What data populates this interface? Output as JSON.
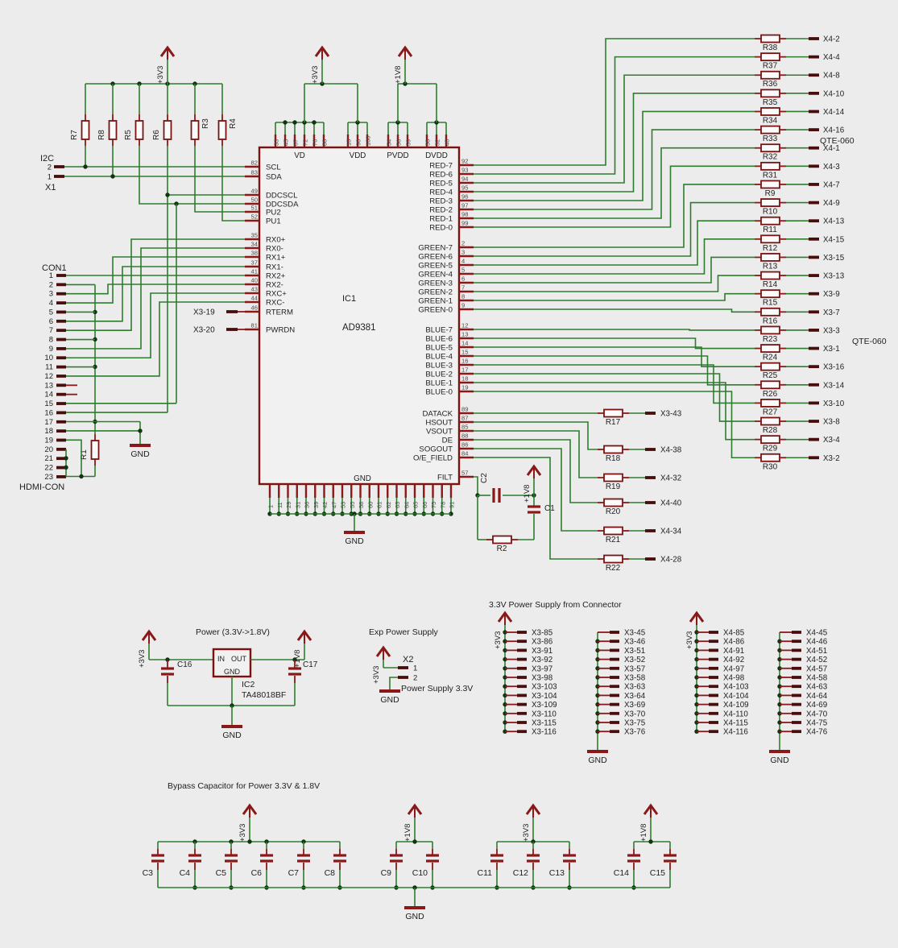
{
  "colors": {
    "background": "#ececec",
    "wire": "#2e7d2e",
    "component": "#8a1818",
    "component_dark": "#4a0d0d",
    "ic_border": "#7a1212",
    "junction": "#113311",
    "text": "#1f1f1f",
    "pin_number": "#4a4a4a",
    "body_fill": "#fbfbfb",
    "ic_fill": "#f1f1f1"
  },
  "ic1": {
    "ref": "IC1",
    "part": "AD9381",
    "bottom_label": "GND",
    "bottom_gnd": "GND",
    "left_pins": [
      {
        "num": "82",
        "name": "SCL"
      },
      {
        "num": "83",
        "name": "SDA"
      },
      {
        "num": "49",
        "name": "DDCSCL"
      },
      {
        "num": "50",
        "name": "DDCSDA"
      },
      {
        "num": "51",
        "name": "PU2"
      },
      {
        "num": "52",
        "name": "PU1"
      },
      {
        "num": "35",
        "name": "RX0+"
      },
      {
        "num": "34",
        "name": "RX0-"
      },
      {
        "num": "38",
        "name": "RX1+"
      },
      {
        "num": "37",
        "name": "RX1-"
      },
      {
        "num": "41",
        "name": "RX2+"
      },
      {
        "num": "40",
        "name": "RX2-"
      },
      {
        "num": "43",
        "name": "RXC+"
      },
      {
        "num": "44",
        "name": "RXC-"
      },
      {
        "num": "46",
        "name": "RTERM"
      },
      {
        "num": "81",
        "name": "PWRDN"
      }
    ],
    "right_pins": {
      "red": [
        {
          "num": "92",
          "name": "RED-7"
        },
        {
          "num": "93",
          "name": "RED-6"
        },
        {
          "num": "94",
          "name": "RED-5"
        },
        {
          "num": "95",
          "name": "RED-4"
        },
        {
          "num": "96",
          "name": "RED-3"
        },
        {
          "num": "97",
          "name": "RED-2"
        },
        {
          "num": "98",
          "name": "RED-1"
        },
        {
          "num": "99",
          "name": "RED-0"
        }
      ],
      "green": [
        {
          "num": "2",
          "name": "GREEN-7"
        },
        {
          "num": "3",
          "name": "GREEN-6"
        },
        {
          "num": "4",
          "name": "GREEN-5"
        },
        {
          "num": "5",
          "name": "GREEN-4"
        },
        {
          "num": "6",
          "name": "GREEN-3"
        },
        {
          "num": "7",
          "name": "GREEN-2"
        },
        {
          "num": "8",
          "name": "GREEN-1"
        },
        {
          "num": "9",
          "name": "GREEN-0"
        }
      ],
      "blue": [
        {
          "num": "12",
          "name": "BLUE-7"
        },
        {
          "num": "13",
          "name": "BLUE-6"
        },
        {
          "num": "14",
          "name": "BLUE-5"
        },
        {
          "num": "15",
          "name": "BLUE-4"
        },
        {
          "num": "16",
          "name": "BLUE-3"
        },
        {
          "num": "17",
          "name": "BLUE-2"
        },
        {
          "num": "18",
          "name": "BLUE-1"
        },
        {
          "num": "19",
          "name": "BLUE-0"
        }
      ],
      "sync": [
        {
          "num": "89",
          "name": "DATACK"
        },
        {
          "num": "87",
          "name": "HSOUT"
        },
        {
          "num": "85",
          "name": "VSOUT"
        },
        {
          "num": "88",
          "name": "DE"
        },
        {
          "num": "86",
          "name": "SOGOUT"
        },
        {
          "num": "84",
          "name": "O/E_FIELD"
        }
      ],
      "filt": {
        "num": "57",
        "name": "FILT"
      }
    },
    "top_groups": [
      {
        "label": "VD",
        "pins": [
          "33",
          "45",
          "67",
          "72",
          "76",
          "80"
        ]
      },
      {
        "label": "VDD",
        "pins": [
          "10",
          "90",
          "100"
        ]
      },
      {
        "label": "PVDD",
        "pins": [
          "54",
          "56",
          "59"
        ]
      },
      {
        "label": "DVDD",
        "pins": [
          "30",
          "32",
          "48"
        ]
      }
    ],
    "top_rails": [
      "+3V3",
      "+1V8"
    ],
    "bottom_pins": [
      "1",
      "11",
      "29",
      "31",
      "36",
      "39",
      "42",
      "47",
      "53",
      "55",
      "58",
      "60",
      "61",
      "62",
      "63",
      "64",
      "65",
      "66",
      "75",
      "78",
      "91"
    ]
  },
  "pullups": {
    "rail": "+3V3",
    "resistors": [
      "R7",
      "R8",
      "R5",
      "R6",
      "R3",
      "R4"
    ]
  },
  "i2c_header": {
    "label": "I2C",
    "top_pin": "2",
    "bottom_pin": "1",
    "connector": "X1"
  },
  "con1": {
    "label": "CON1",
    "bottom_label": "HDMI-CON",
    "resistor": "R1",
    "gnd_label": "GND",
    "pins": [
      "1",
      "2",
      "3",
      "4",
      "5",
      "6",
      "7",
      "8",
      "9",
      "10",
      "11",
      "12",
      "13",
      "14",
      "15",
      "16",
      "17",
      "18",
      "19",
      "20",
      "21",
      "22",
      "23"
    ]
  },
  "sources": {
    "rterm": "X3-19",
    "pwrdn": "X3-20"
  },
  "right_bank": {
    "qte_labels": [
      "QTE-060",
      "QTE-060"
    ],
    "rows": [
      {
        "ref": "R38",
        "target": "X4-2"
      },
      {
        "ref": "R37",
        "target": "X4-4"
      },
      {
        "ref": "R36",
        "target": "X4-8"
      },
      {
        "ref": "R35",
        "target": "X4-10"
      },
      {
        "ref": "R34",
        "target": "X4-14"
      },
      {
        "ref": "R33",
        "target": "X4-16"
      },
      {
        "ref": "R32",
        "target": "X4-1"
      },
      {
        "ref": "R31",
        "target": "X4-3"
      },
      {
        "ref": "R9",
        "target": "X4-7"
      },
      {
        "ref": "R10",
        "target": "X4-9"
      },
      {
        "ref": "R11",
        "target": "X4-13"
      },
      {
        "ref": "R12",
        "target": "X4-15"
      },
      {
        "ref": "R13",
        "target": "X3-15"
      },
      {
        "ref": "R14",
        "target": "X3-13"
      },
      {
        "ref": "R15",
        "target": "X3-9"
      },
      {
        "ref": "R16",
        "target": "X3-7"
      },
      {
        "ref": "R23",
        "target": "X3-3"
      },
      {
        "ref": "R24",
        "target": "X3-1"
      },
      {
        "ref": "R25",
        "target": "X3-16"
      },
      {
        "ref": "R26",
        "target": "X3-14"
      },
      {
        "ref": "R27",
        "target": "X3-10"
      },
      {
        "ref": "R28",
        "target": "X3-8"
      },
      {
        "ref": "R29",
        "target": "X3-4"
      },
      {
        "ref": "R30",
        "target": "X3-2"
      }
    ]
  },
  "sync_bank": [
    {
      "ref": "R17",
      "target": "X3-43"
    },
    {
      "ref": "R18",
      "target": "X4-38"
    },
    {
      "ref": "R19",
      "target": "X4-32"
    },
    {
      "ref": "R20",
      "target": "X4-40"
    },
    {
      "ref": "R21",
      "target": "X4-34"
    },
    {
      "ref": "R22",
      "target": "X4-28"
    }
  ],
  "filt_net": {
    "c2": "C2",
    "c1": "C1",
    "r2": "R2",
    "rail": "+1V8"
  },
  "ldo": {
    "title": "Power (3.3V->1.8V)",
    "rail_in": "+3V3",
    "rail_out": "+1V8",
    "cap_in": "C16",
    "cap_out": "C17",
    "gnd": "GND",
    "box": {
      "ref": "IC2",
      "part": "TA48018BF",
      "pin_in": "IN",
      "pin_out": "OUT",
      "pin_gnd": "GND"
    }
  },
  "exp_power": {
    "title": "Exp Power Supply",
    "rail": "+3V3",
    "connector": "X2",
    "pin1": "1",
    "pin2": "2",
    "note": "Power Supply 3.3V",
    "gnd": "GND"
  },
  "connector_power": {
    "title": "3.3V Power Supply from Connector",
    "columns": [
      {
        "rail": "+3V3",
        "pins": [
          "X3-85",
          "X3-86",
          "X3-91",
          "X3-92",
          "X3-97",
          "X3-98",
          "X3-103",
          "X3-104",
          "X3-109",
          "X3-110",
          "X3-115",
          "X3-116"
        ]
      },
      {
        "gnd": "GND",
        "pins": [
          "X3-45",
          "X3-46",
          "X3-51",
          "X3-52",
          "X3-57",
          "X3-58",
          "X3-63",
          "X3-64",
          "X3-69",
          "X3-70",
          "X3-75",
          "X3-76"
        ]
      },
      {
        "rail": "+3V3",
        "pins": [
          "X4-85",
          "X4-86",
          "X4-91",
          "X4-92",
          "X4-97",
          "X4-98",
          "X4-103",
          "X4-104",
          "X4-109",
          "X4-110",
          "X4-115",
          "X4-116"
        ]
      },
      {
        "gnd": "GND",
        "pins": [
          "X4-45",
          "X4-46",
          "X4-51",
          "X4-52",
          "X4-57",
          "X4-58",
          "X4-63",
          "X4-64",
          "X4-69",
          "X4-70",
          "X4-75",
          "X4-76"
        ]
      }
    ]
  },
  "bypass": {
    "title": "Bypass Capacitor for Power 3.3V & 1.8V",
    "gnd": "GND",
    "groups": [
      {
        "rail": "+3V3",
        "caps": [
          "C3",
          "C4",
          "C5",
          "C6",
          "C7",
          "C8"
        ]
      },
      {
        "rail": "+1V8",
        "caps": [
          "C9",
          "C10"
        ]
      },
      {
        "rail": "+3V3",
        "caps": [
          "C11",
          "C12",
          "C13"
        ]
      },
      {
        "rail": "+1V8",
        "caps": [
          "C14",
          "C15"
        ]
      }
    ]
  }
}
